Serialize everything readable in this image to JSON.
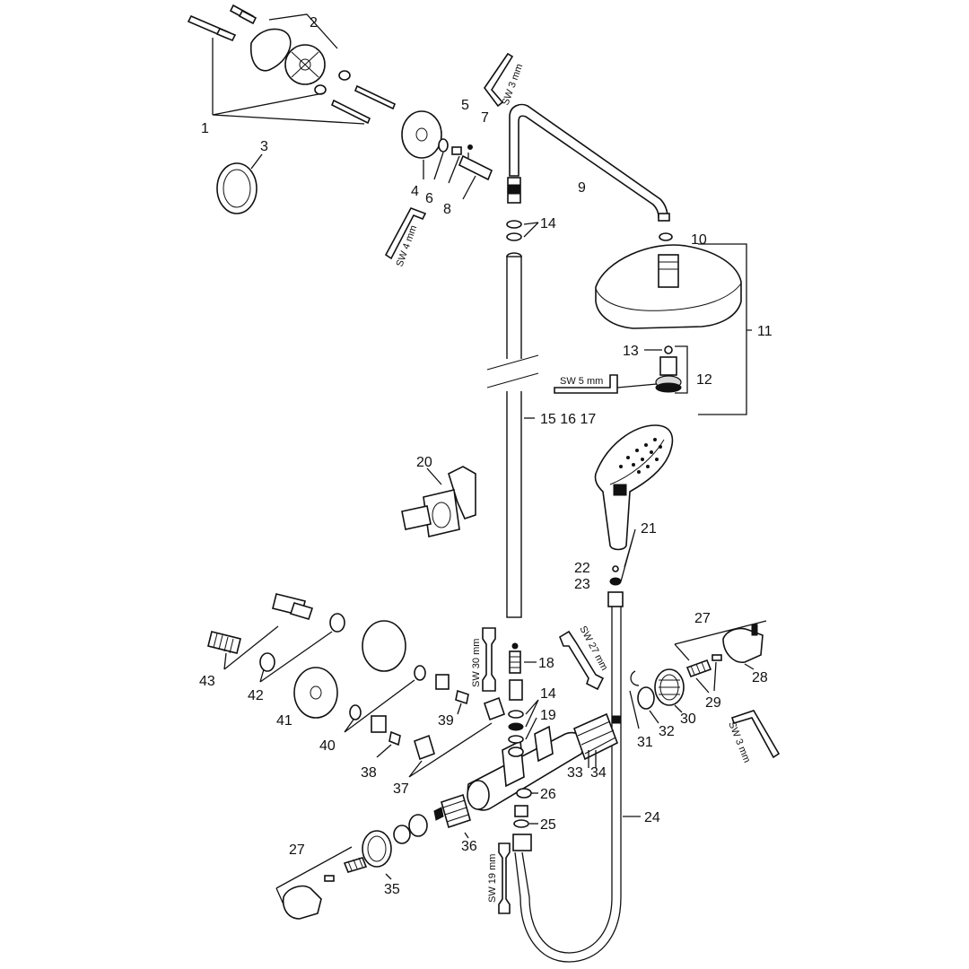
{
  "diagram": {
    "part_numbers": [
      "1",
      "2",
      "3",
      "4",
      "5",
      "6",
      "7",
      "8",
      "9",
      "10",
      "11",
      "12",
      "13",
      "14",
      "15 16 17",
      "18",
      "19",
      "20",
      "21",
      "22",
      "23",
      "24",
      "25",
      "26",
      "27",
      "28",
      "29",
      "30",
      "31",
      "32",
      "33",
      "34",
      "35",
      "36",
      "37",
      "38",
      "39",
      "40",
      "41",
      "42",
      "43"
    ],
    "tool_labels": {
      "sw3_top": "SW 3 mm",
      "sw4": "SW 4 mm",
      "sw5": "SW 5 mm",
      "sw30": "SW 30 mm",
      "sw27": "SW 27 mm",
      "sw3_right": "SW 3 mm",
      "sw19": "SW 19 mm"
    },
    "callouts": {
      "p1": "1",
      "p2": "2",
      "p3": "3",
      "p4": "4",
      "p5": "5",
      "p6": "6",
      "p7": "7",
      "p8": "8",
      "p9": "9",
      "p10": "10",
      "p11": "11",
      "p12": "12",
      "p13": "13",
      "p14a": "14",
      "p14b": "14",
      "p15": "15 16 17",
      "p18": "18",
      "p19": "19",
      "p20": "20",
      "p21": "21",
      "p22": "22",
      "p23": "23",
      "p24": "24",
      "p25": "25",
      "p26": "26",
      "p27a": "27",
      "p27b": "27",
      "p28": "28",
      "p29": "29",
      "p30": "30",
      "p31": "31",
      "p32": "32",
      "p33": "33",
      "p34": "34",
      "p35": "35",
      "p36": "36",
      "p37": "37",
      "p38": "38",
      "p39": "39",
      "p40": "40",
      "p41": "41",
      "p42": "42",
      "p43": "43"
    }
  }
}
